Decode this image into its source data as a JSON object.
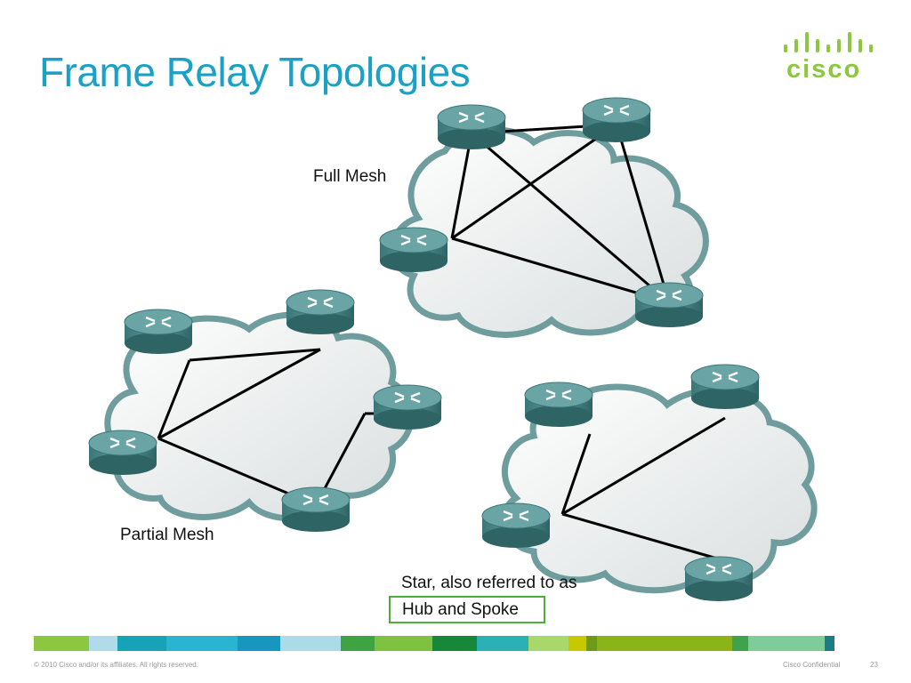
{
  "slide": {
    "title": "Frame Relay Topologies",
    "logo_text": "cisco",
    "page_number": "23"
  },
  "diagrams": {
    "full_mesh_label": "Full Mesh",
    "partial_mesh_label": "Partial Mesh",
    "star_label": "Star, also referred to as",
    "hub_spoke_label": "Hub and Spoke"
  },
  "footer": {
    "copyright": "© 2010 Cisco and/or its affiliates. All rights reserved.",
    "confidential": "Cisco Confidential"
  },
  "colors": {
    "title": "#1ba0c6",
    "logo": "#8dc63f",
    "cloud_fill": "#eef1f1",
    "cloud_border": "#6f9d9d",
    "router": "#4a8a8c",
    "highlight_box": "#4caf3a",
    "stripe": [
      "#8dc63f",
      "#b1dbe8",
      "#17a2b8",
      "#29b5d1",
      "#1796c0",
      "#aadce8",
      "#3ea442",
      "#7ec242",
      "#17873a",
      "#2bb0b6",
      "#a8d86a",
      "#c8c800",
      "#6d9a18",
      "#8ab418",
      "#3fa34d",
      "#7fcc9b",
      "#1b7c86"
    ]
  }
}
